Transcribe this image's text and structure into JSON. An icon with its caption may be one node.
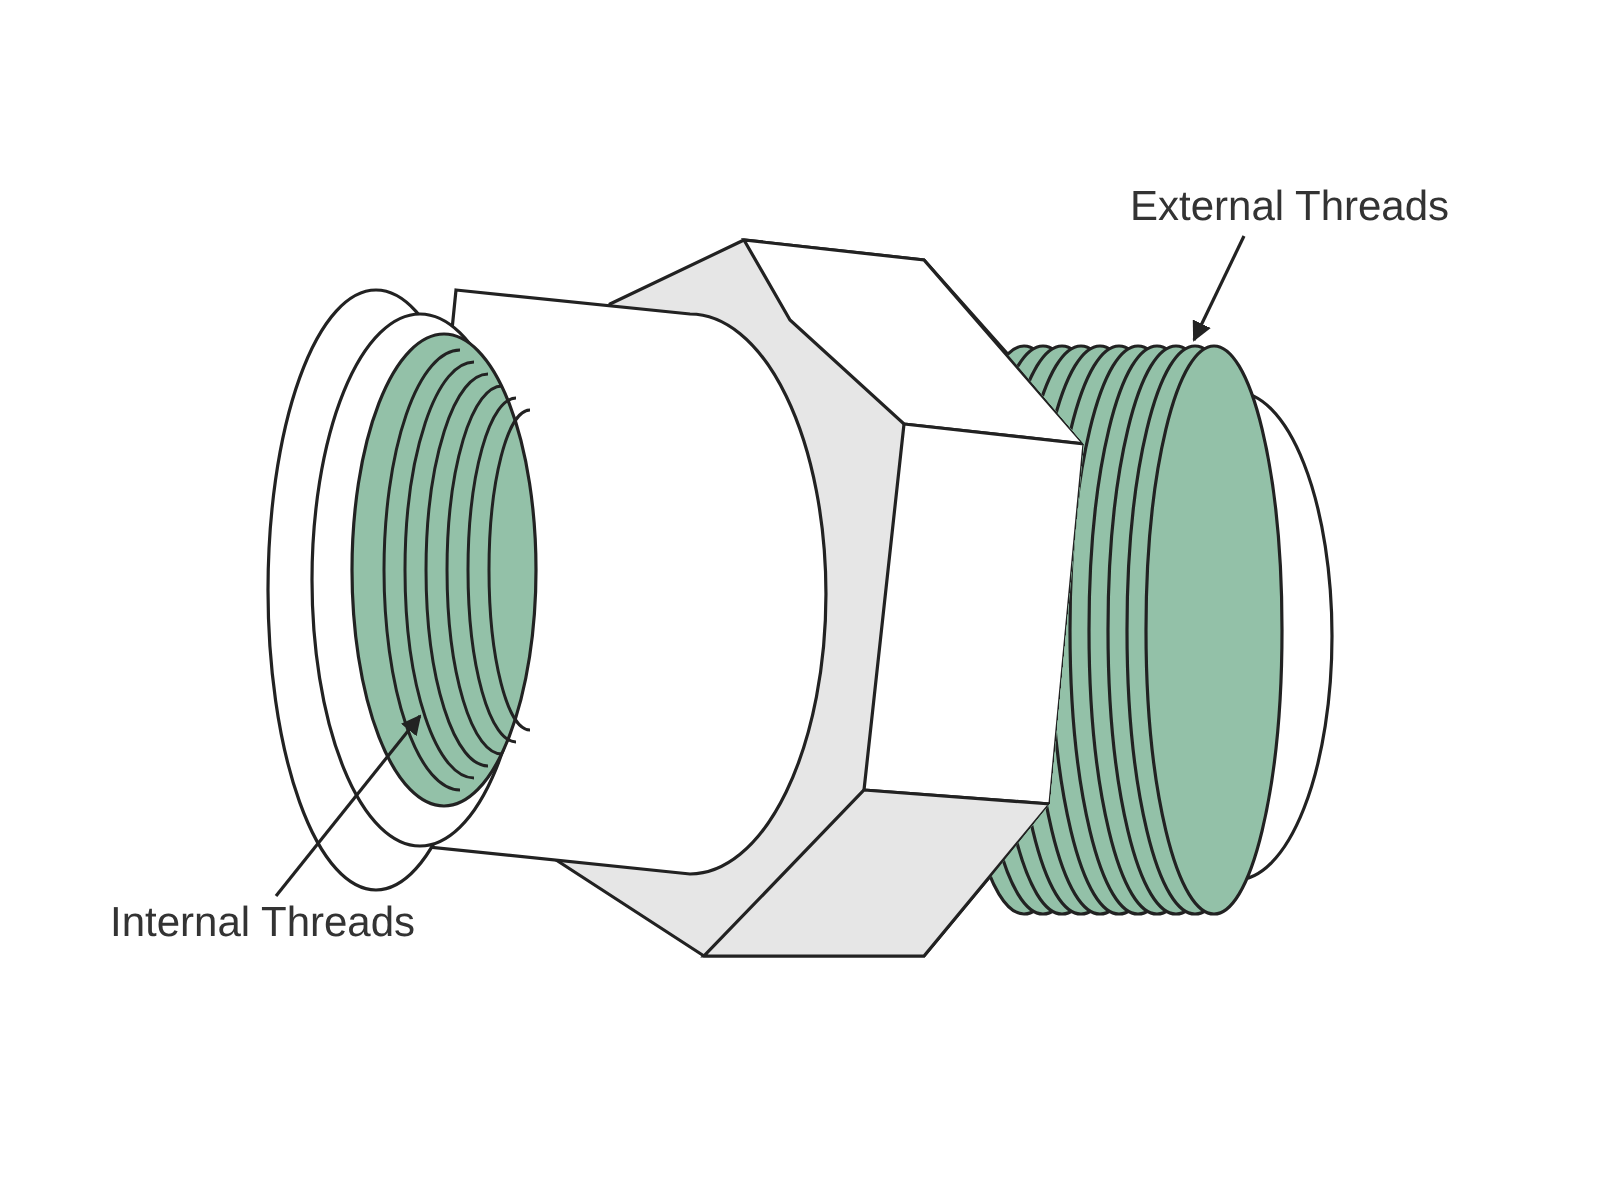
{
  "diagram": {
    "nodes": [
      {
        "text": [
          "External Threads"
        ]
      },
      {
        "text": [],
        "shape": "picture"
      },
      {
        "text": [],
        "shape": "picture"
      },
      {
        "text": [
          "Internal Threads"
        ]
      }
    ],
    "edges": [
      {
        "from": 0,
        "to": 2,
        "arrow": "to"
      },
      {
        "from": 3,
        "to": 1,
        "arrow": "to"
      }
    ]
  }
}
